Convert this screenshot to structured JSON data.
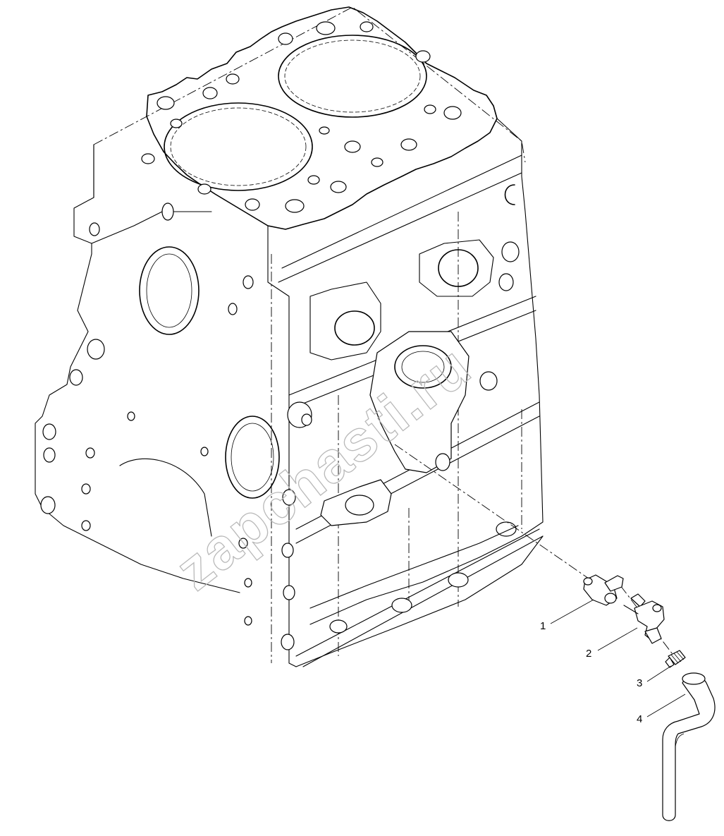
{
  "callouts": [
    {
      "id": "1",
      "label": "1"
    },
    {
      "id": "2",
      "label": "2"
    },
    {
      "id": "3",
      "label": "3"
    },
    {
      "id": "4",
      "label": "4"
    }
  ],
  "watermark": {
    "text": "zapchasti.ru"
  },
  "colors": {
    "line": "#000000",
    "background": "#ffffff",
    "watermark": "#b9b9b9"
  }
}
